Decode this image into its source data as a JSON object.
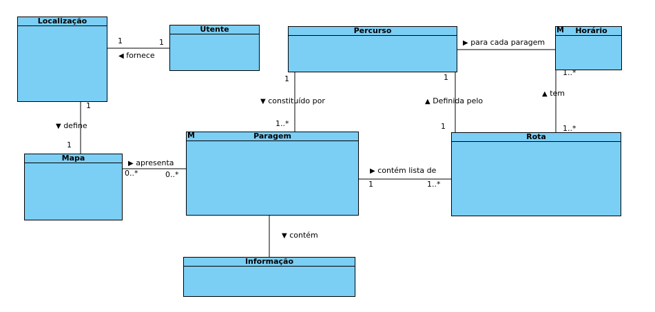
{
  "diagram": {
    "classes": {
      "localizacao": {
        "name": "Localização"
      },
      "utente": {
        "name": "Utente"
      },
      "percurso": {
        "name": "Percurso"
      },
      "horario": {
        "name": "Horário",
        "badge": "M"
      },
      "mapa": {
        "name": "Mapa"
      },
      "paragem": {
        "name": "Paragem",
        "badge": "M"
      },
      "rota": {
        "name": "Rota"
      },
      "informacao": {
        "name": "Informação"
      }
    },
    "associations": {
      "fornece": {
        "label": "fornece",
        "arrow": "◀",
        "mult_a": "1",
        "mult_b": "1"
      },
      "define": {
        "label": "define",
        "arrow": "▼",
        "mult_a": "1",
        "mult_b": "1"
      },
      "apresenta": {
        "label": "apresenta",
        "arrow": "▶",
        "mult_a": "0..*",
        "mult_b": "0..*"
      },
      "constituido": {
        "label": "constituído por",
        "arrow": "▼",
        "mult_a": "1",
        "mult_b": "1..*"
      },
      "definida": {
        "label": "Definida pelo",
        "arrow": "▲",
        "mult_a": "1",
        "mult_b": "1"
      },
      "para_cada": {
        "label": "para cada paragem",
        "arrow": "▶"
      },
      "tem": {
        "label": "tem",
        "arrow": "▲",
        "mult_a": "1..*",
        "mult_b": "1..*"
      },
      "contem_lista": {
        "label": "contém lista de",
        "arrow": "▶",
        "mult_a": "1",
        "mult_b": "1..*"
      },
      "contem": {
        "label": "contém",
        "arrow": "▼"
      }
    }
  }
}
